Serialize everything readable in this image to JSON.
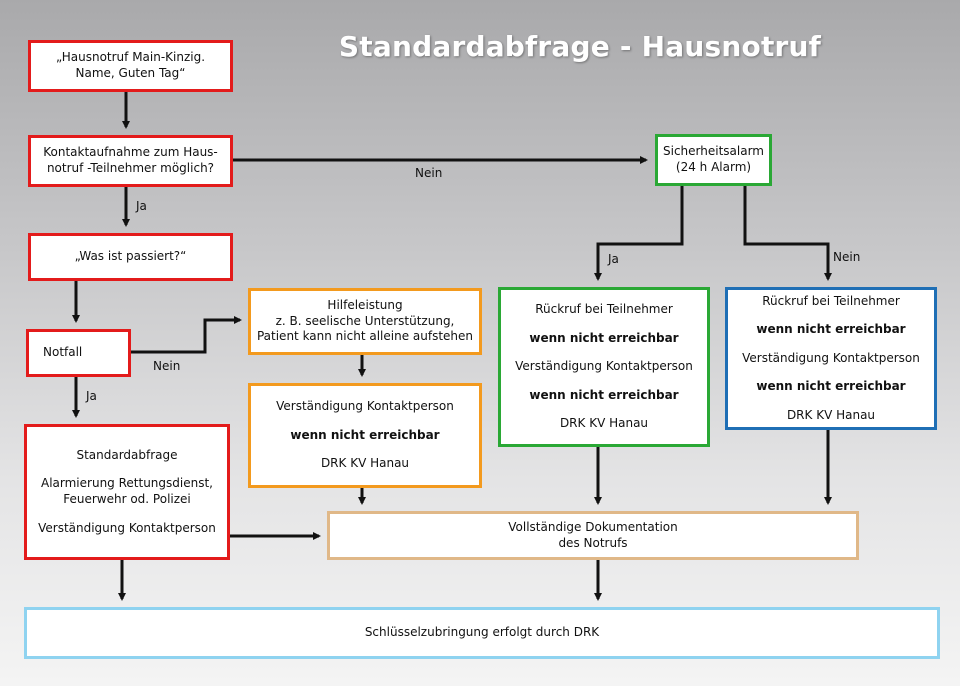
{
  "title": "Standardabfrage - Hausnotruf",
  "nodes": {
    "greeting": {
      "line1": "„Hausnotruf Main-Kinzig.",
      "line2": "Name, Guten Tag“",
      "color": "#e31b1b"
    },
    "contact": {
      "line1": "Kontaktaufnahme zum Haus-",
      "line2": "notruf -Teilnehmer möglich?",
      "color": "#e31b1b"
    },
    "what_happened": {
      "text": "„Was ist passiert?“",
      "color": "#e31b1b"
    },
    "notfall": {
      "text": "Notfall",
      "color": "#e31b1b"
    },
    "standard": {
      "line1": "Standardabfrage",
      "line2": "Alarmierung Rettungsdienst,",
      "line3": "Feuerwehr od. Polizei",
      "line4": "Verständigung Kontaktperson",
      "color": "#e31b1b"
    },
    "hilfe": {
      "line1": "Hilfeleistung",
      "line2": "z. B. seelische Unterstützung,",
      "line3": "Patient kann nicht alleine aufstehen",
      "color": "#f39a1e"
    },
    "kontakt_orange": {
      "line1": "Verständigung Kontaktperson",
      "line2": "wenn nicht erreichbar",
      "line3": "DRK KV Hanau",
      "color": "#f39a1e"
    },
    "sicherheit": {
      "line1": "Sicherheitsalarm",
      "line2": "(24 h Alarm)",
      "color": "#2aa835"
    },
    "rueckruf_green": {
      "line1": "Rückruf bei Teilnehmer",
      "line2": "wenn nicht erreichbar",
      "line3": "Verständigung Kontaktperson",
      "line4": "wenn nicht erreichbar",
      "line5": "DRK KV Hanau",
      "color": "#2aa835"
    },
    "rueckruf_blue": {
      "line1": "Rückruf bei Teilnehmer",
      "line2": "wenn nicht erreichbar",
      "line3": "Verständigung Kontaktperson",
      "line4": "wenn nicht erreichbar",
      "line5": "DRK KV Hanau",
      "color": "#1f6fb5"
    },
    "doku": {
      "line1": "Vollständige Dokumentation",
      "line2": "des Notrufs",
      "color": "#e0b888"
    },
    "schluessel": {
      "text": "Schlüsselzubringung erfolgt durch DRK",
      "color": "#8fd3f0"
    }
  },
  "edge_labels": {
    "contact_nein": "Nein",
    "contact_ja": "Ja",
    "notfall_nein": "Nein",
    "notfall_ja": "Ja",
    "sicherheit_ja": "Ja",
    "sicherheit_nein": "Nein"
  }
}
